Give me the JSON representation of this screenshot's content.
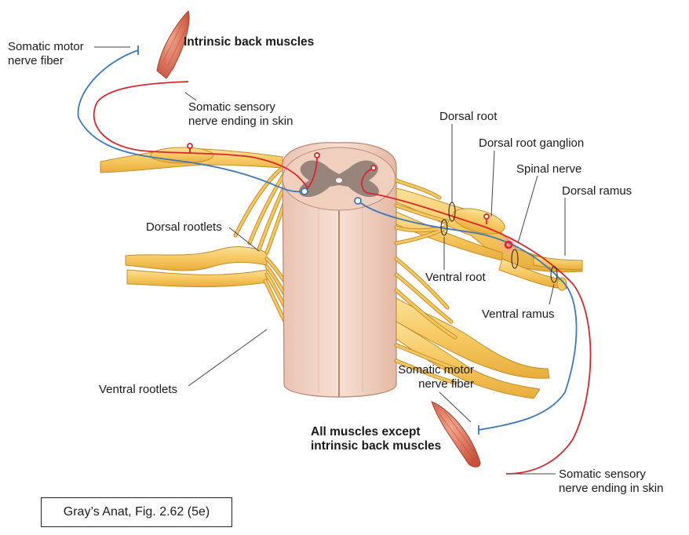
{
  "labels": {
    "somatic_motor_top_1": "Somatic motor",
    "somatic_motor_top_2": "nerve fiber",
    "intrinsic_back_muscles": "Intrinsic back muscles",
    "somatic_sensory_top_1": "Somatic sensory",
    "somatic_sensory_top_2": "nerve ending in skin",
    "dorsal_root": "Dorsal root",
    "dorsal_root_ganglion": "Dorsal root ganglion",
    "spinal_nerve": "Spinal nerve",
    "dorsal_ramus": "Dorsal ramus",
    "dorsal_rootlets": "Dorsal rootlets",
    "ventral_root": "Ventral root",
    "ventral_ramus": "Ventral ramus",
    "ventral_rootlets": "Ventral rootlets",
    "somatic_motor_bottom_1": "Somatic motor",
    "somatic_motor_bottom_2": "nerve fiber",
    "all_muscles_1": "All muscles except",
    "all_muscles_2": "intrinsic back muscles",
    "somatic_sensory_bottom_1": "Somatic sensory",
    "somatic_sensory_bottom_2": "nerve ending in skin"
  },
  "citation": "Gray’s Anat, Fig. 2.62 (5e)",
  "colors": {
    "nerve_yellow": "#f6c860",
    "nerve_outline": "#c58d28",
    "spinal_cord": "#f3d6c8",
    "gray_matter": "#8a7770",
    "motor_fiber": "#3d78b8",
    "sensory_fiber": "#d8262a",
    "muscle": "#d96a4c"
  }
}
